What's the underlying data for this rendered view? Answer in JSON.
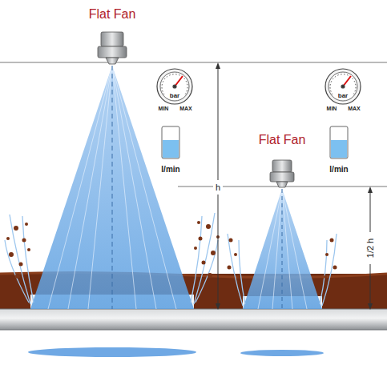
{
  "diagram": {
    "labels": [
      "Flat Fan",
      "MIN",
      "MAX",
      "bar",
      "l/min",
      "Flat Fan",
      "MIN",
      "MAX",
      "bar",
      "l/min",
      "h",
      "1/2 h"
    ]
  }
}
